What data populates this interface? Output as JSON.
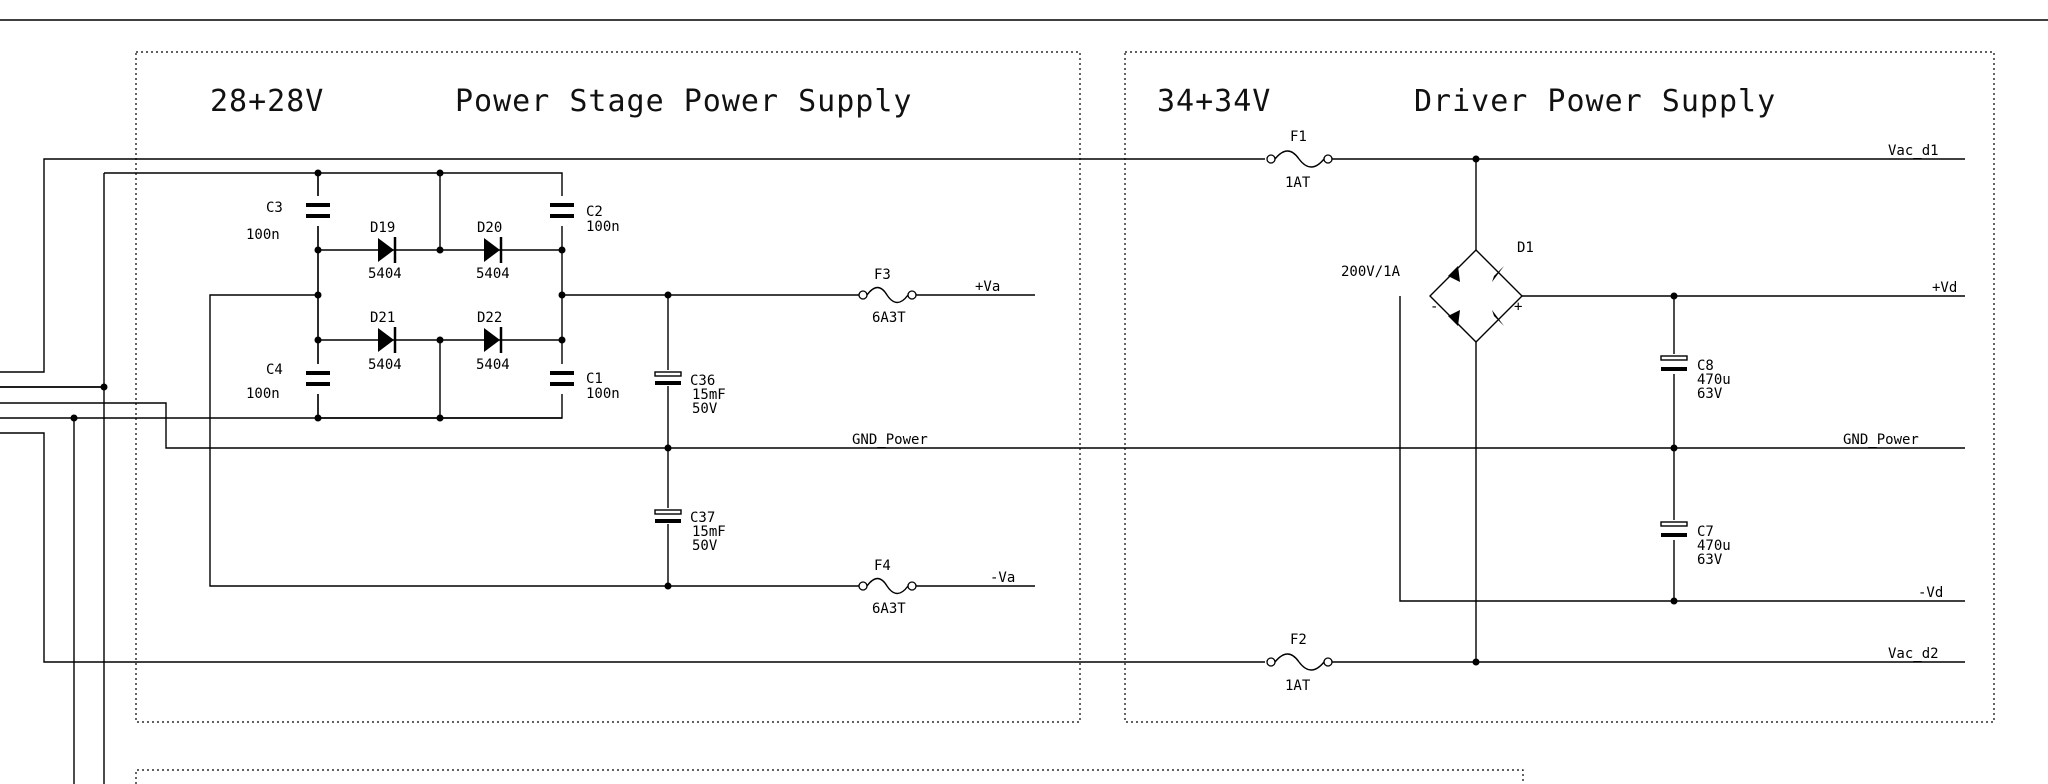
{
  "sections": {
    "power_stage": {
      "voltage": "28+28V",
      "title": "Power Stage Power Supply"
    },
    "driver": {
      "voltage": "34+34V",
      "title": "Driver Power Supply"
    }
  },
  "nets": {
    "vac_d1": "Vac_d1",
    "vac_d2": "Vac_d2",
    "plus_va": "+Va",
    "minus_va": "-Va",
    "plus_vd": "+Vd",
    "minus_vd": "-Vd",
    "gnd_left": "GND_Power",
    "gnd_right": "GND_Power"
  },
  "components": {
    "c3": {
      "ref": "C3",
      "value": "100n"
    },
    "c2": {
      "ref": "C2",
      "value": "100n"
    },
    "c4": {
      "ref": "C4",
      "value": "100n"
    },
    "c1": {
      "ref": "C1",
      "value": "100n"
    },
    "d19": {
      "ref": "D19",
      "value": "5404"
    },
    "d20": {
      "ref": "D20",
      "value": "5404"
    },
    "d21": {
      "ref": "D21",
      "value": "5404"
    },
    "d22": {
      "ref": "D22",
      "value": "5404"
    },
    "c36": {
      "ref": "C36",
      "value": "15mF",
      "rating": "50V"
    },
    "c37": {
      "ref": "C37",
      "value": "15mF",
      "rating": "50V"
    },
    "f3": {
      "ref": "F3",
      "value": "6A3T"
    },
    "f4": {
      "ref": "F4",
      "value": "6A3T"
    },
    "f1": {
      "ref": "F1",
      "value": "1AT"
    },
    "f2": {
      "ref": "F2",
      "value": "1AT"
    },
    "d1": {
      "ref": "D1",
      "value": "200V/1A",
      "minus": "-",
      "plus": "+"
    },
    "c8": {
      "ref": "C8",
      "value": "470u",
      "rating": "63V"
    },
    "c7": {
      "ref": "C7",
      "value": "470u",
      "rating": "63V"
    }
  }
}
